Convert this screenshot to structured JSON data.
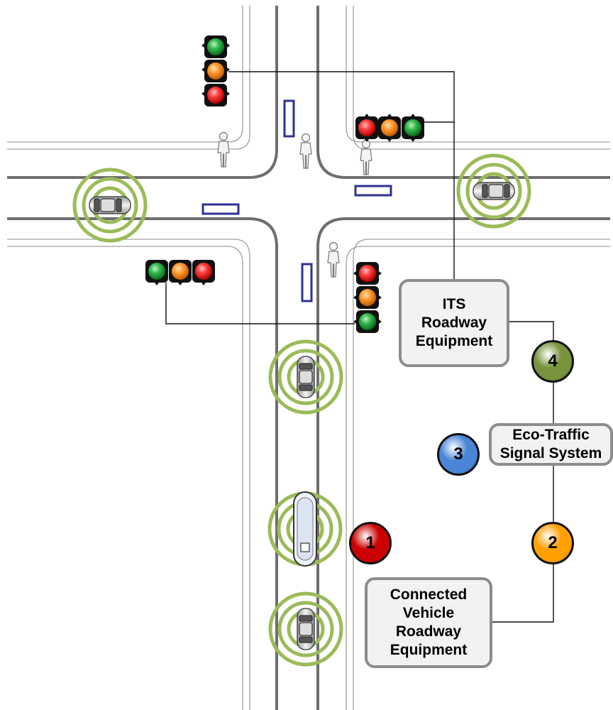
{
  "boxes": {
    "its": {
      "lines": [
        "ITS",
        "Roadway",
        "Equipment"
      ]
    },
    "eco": {
      "lines": [
        "Eco-Traffic",
        "Signal System"
      ]
    },
    "cv": {
      "lines": [
        "Connected",
        "Vehicle",
        "Roadway",
        "Equipment"
      ]
    }
  },
  "badges": [
    {
      "num": "1",
      "color": "#cc0000",
      "text_color": "#000000"
    },
    {
      "num": "2",
      "color": "#ffa000",
      "text_color": "#000000"
    },
    {
      "num": "3",
      "color": "#4a86d8",
      "text_color": "#000000"
    },
    {
      "num": "4",
      "color": "#77933c",
      "text_color": "#000000"
    }
  ],
  "colors": {
    "road_edge": "#6e6e6e",
    "lane_line": "#9a9a9a",
    "stop_bar": "#2e3192",
    "wireless_ring": "#9bbb59",
    "signal_red": "#ff3030",
    "signal_amber": "#ff9a2e",
    "signal_green": "#2ea84a"
  },
  "icons": [
    "traffic-signal-icon",
    "pedestrian-icon",
    "car-icon",
    "bus-icon",
    "wireless-signal-icon"
  ]
}
